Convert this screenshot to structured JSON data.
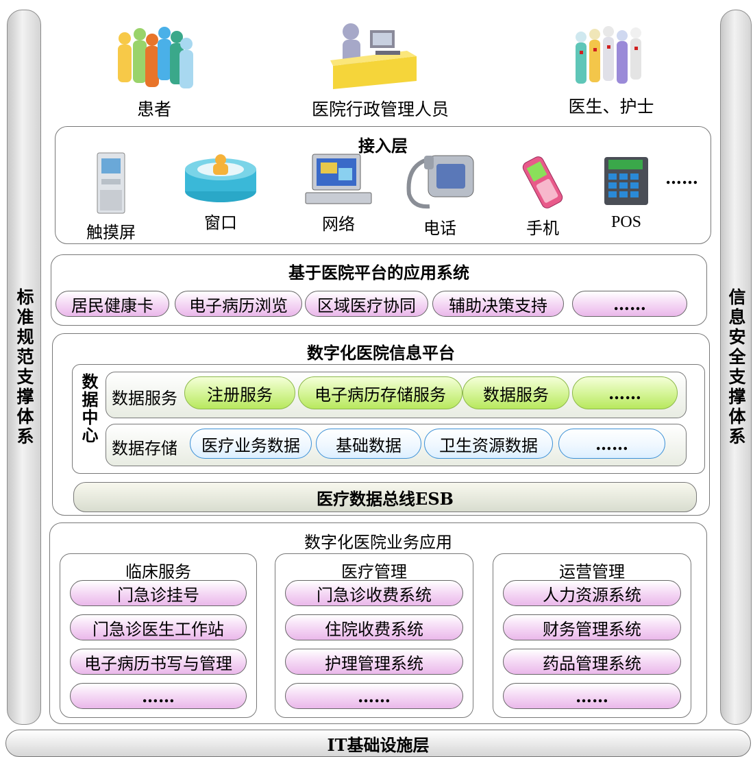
{
  "side_left": "标准规范支撑体系",
  "side_right": "信息安全支撑体系",
  "users": [
    {
      "icon": "patients-icon",
      "label": "患者"
    },
    {
      "icon": "admin-staff-icon",
      "label": "医院行政管理人员"
    },
    {
      "icon": "doctors-nurses-icon",
      "label": "医生、护士"
    }
  ],
  "access_layer": {
    "title": "接入层",
    "devices": [
      {
        "icon": "touchscreen-kiosk-icon",
        "label": "触摸屏"
      },
      {
        "icon": "service-window-icon",
        "label": "窗口"
      },
      {
        "icon": "computer-icon",
        "label": "网络"
      },
      {
        "icon": "telephone-icon",
        "label": "电话"
      },
      {
        "icon": "mobile-phone-icon",
        "label": "手机"
      },
      {
        "icon": "pos-terminal-icon",
        "label": "POS"
      }
    ],
    "more": "……"
  },
  "apps": {
    "title": "基于医院平台的应用系统",
    "items": [
      "居民健康卡",
      "电子病历浏览",
      "区域医疗协同",
      "辅助决策支持",
      "……"
    ]
  },
  "platform": {
    "title": "数字化医院信息平台",
    "datacenter": "数据中心",
    "services_label": "数据服务",
    "services": [
      "注册服务",
      "电子病历存储服务",
      "数据服务",
      "……"
    ],
    "storage_label": "数据存储",
    "storage": [
      "医疗业务数据",
      "基础数据",
      "卫生资源数据",
      "……"
    ],
    "esb": "医疗数据总线ESB"
  },
  "business": {
    "title": "数字化医院业务应用",
    "columns": [
      {
        "title": "临床服务",
        "items": [
          "门急诊挂号",
          "门急诊医生工作站",
          "电子病历书写与管理",
          "……"
        ]
      },
      {
        "title": "医疗管理",
        "items": [
          "门急诊收费系统",
          "住院收费系统",
          "护理管理系统",
          "……"
        ]
      },
      {
        "title": "运营管理",
        "items": [
          "人力资源系统",
          "财务管理系统",
          "药品管理系统",
          "……"
        ]
      }
    ]
  },
  "infrastructure": "IT基础设施层"
}
